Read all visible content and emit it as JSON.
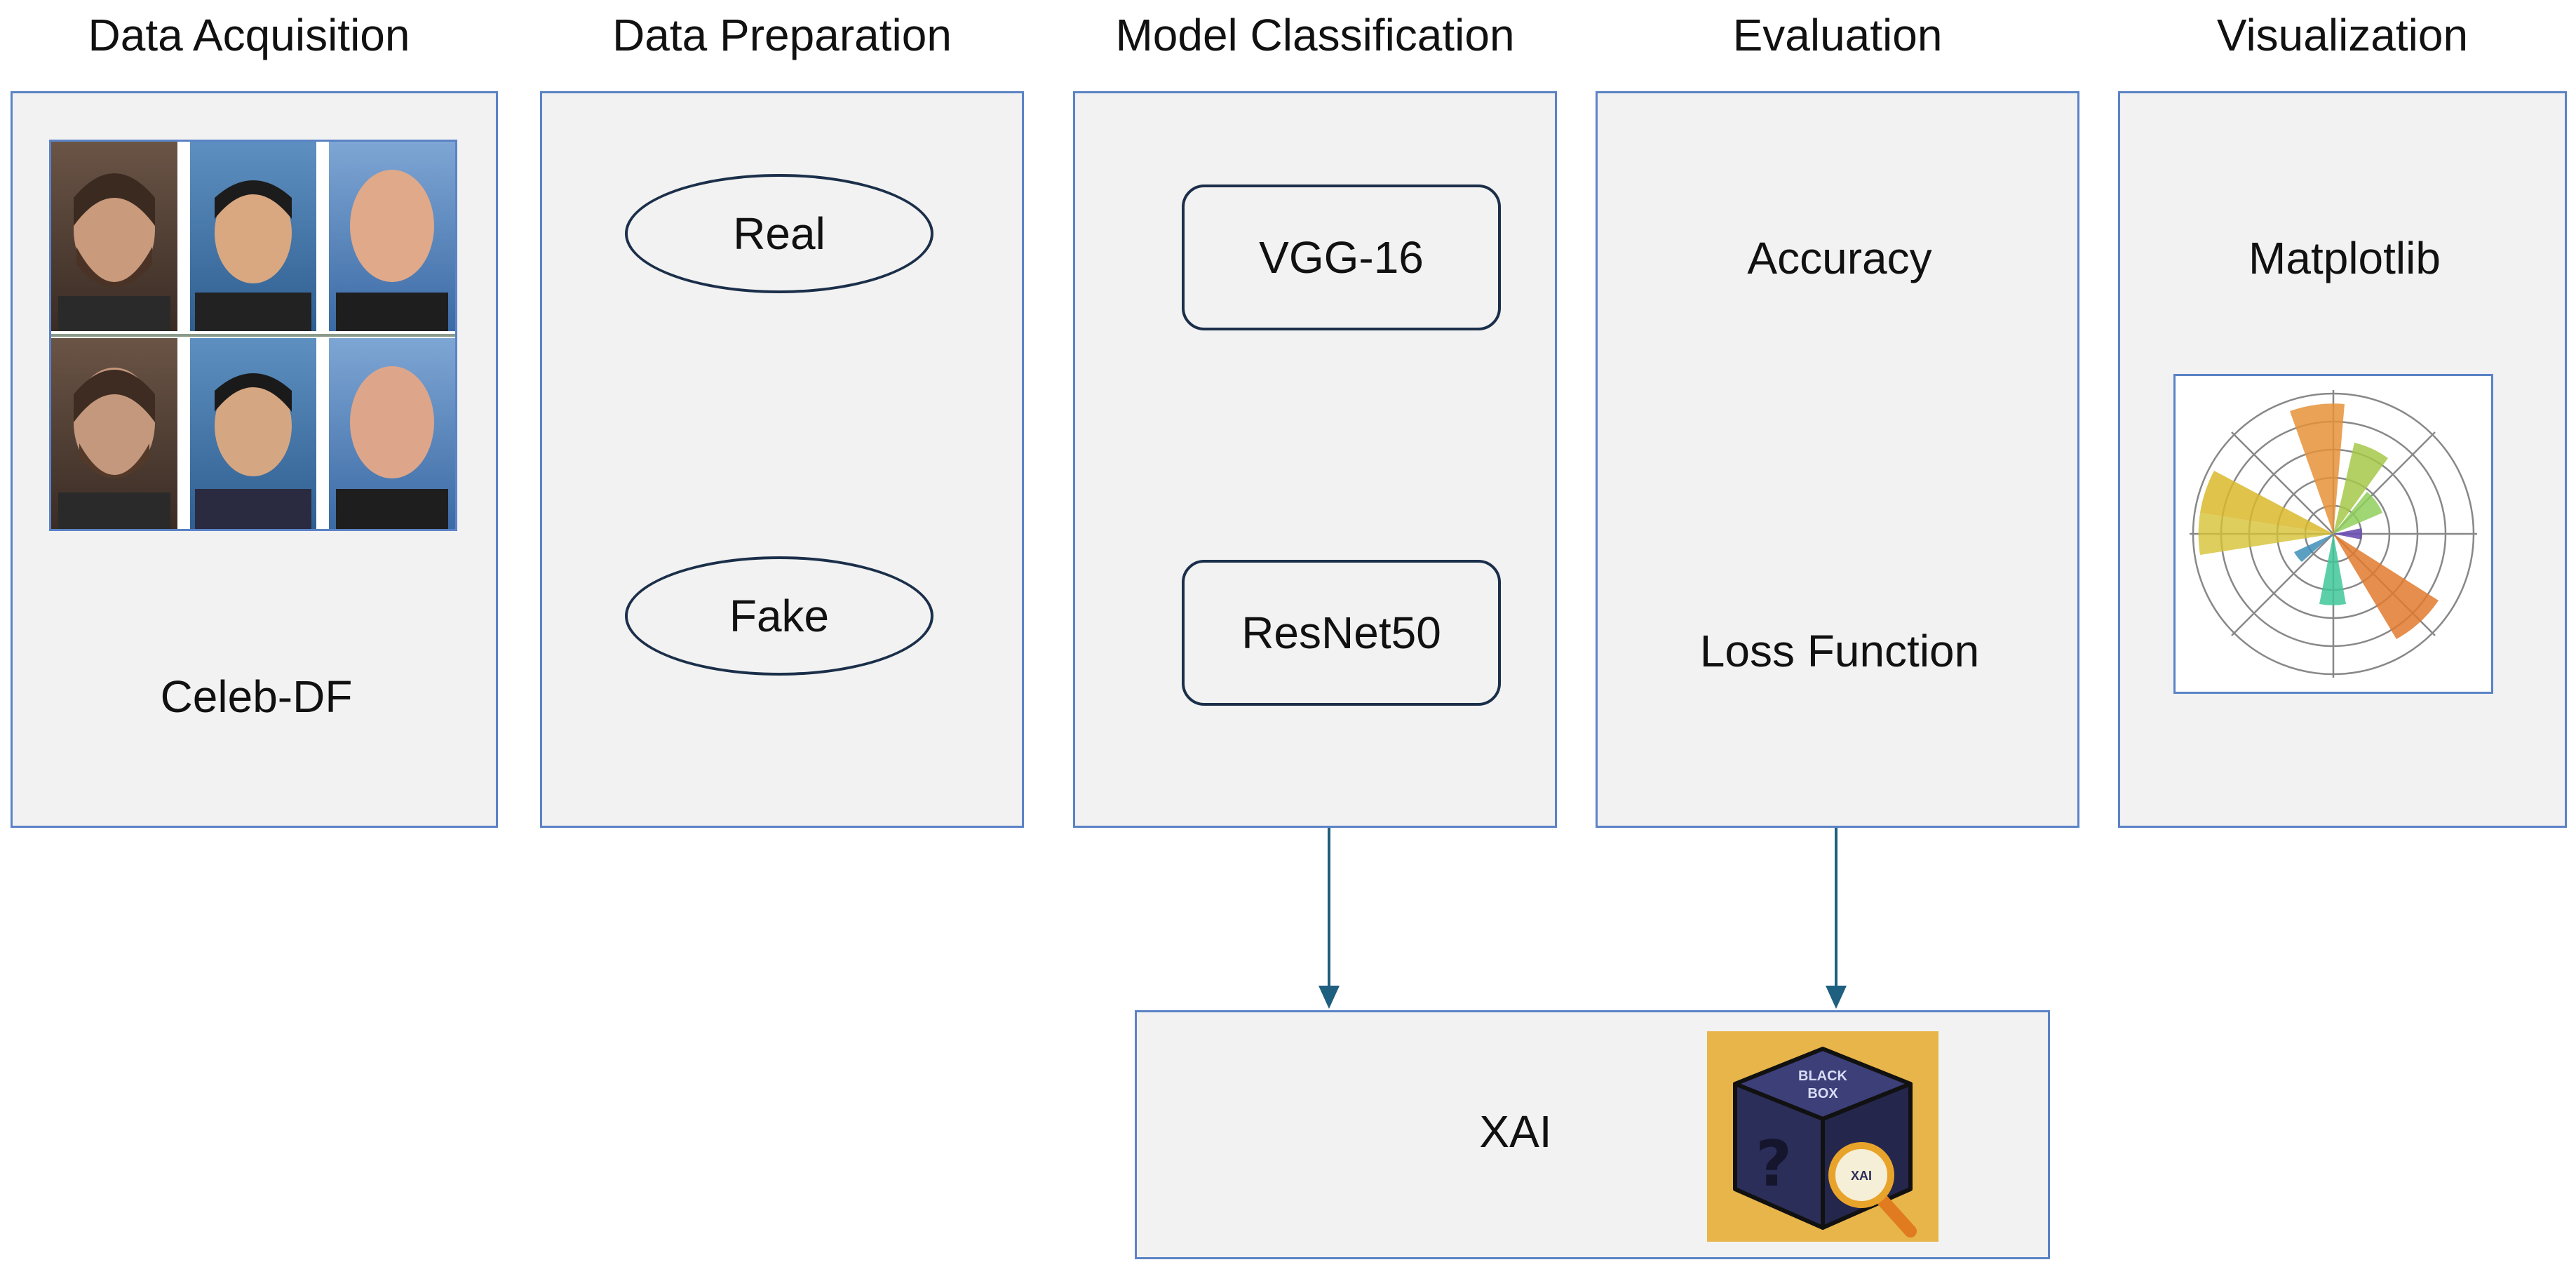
{
  "stages": [
    {
      "title": "Data Acquisition"
    },
    {
      "title": "Data Preparation"
    },
    {
      "title": "Model Classification"
    },
    {
      "title": "Evaluation"
    },
    {
      "title": "Visualization"
    }
  ],
  "acquisition": {
    "dataset_label": "Celeb-DF",
    "image_icon": "celebrity-face-grid"
  },
  "preparation": {
    "classes": [
      "Real",
      "Fake"
    ]
  },
  "classification": {
    "models": [
      "VGG-16",
      "ResNet50"
    ]
  },
  "evaluation": {
    "metrics": [
      "Accuracy",
      "Loss Function"
    ]
  },
  "visualization": {
    "library": "Matplotlib",
    "plot_icon": "polar-bar-chart-icon"
  },
  "xai": {
    "label": "XAI",
    "icon": "black-box-magnifier-icon",
    "box_text_1": "BLACK",
    "box_text_2": "BOX",
    "lens_text": "XAI"
  },
  "colors": {
    "panel_border": "#5b83c6",
    "panel_fill": "#f2f2f2",
    "arrow": "#1f5f80",
    "shape_border": "#1b2f4a",
    "xai_bg": "#e8b54a",
    "cube": "#2c2e5a"
  }
}
